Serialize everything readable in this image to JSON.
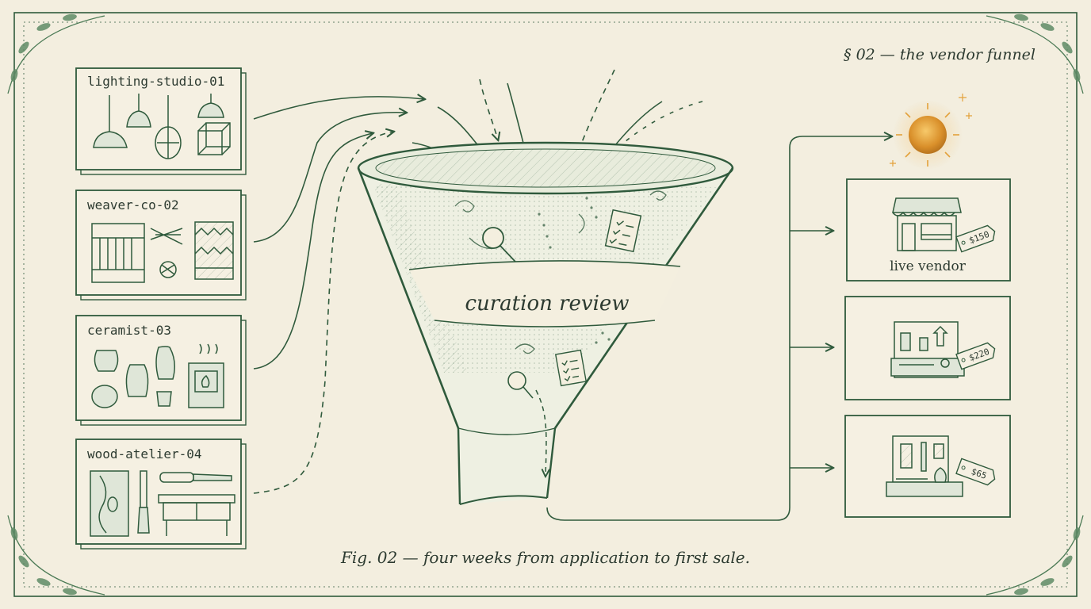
{
  "section_heading": "§ 02 — the vendor funnel",
  "caption": "Fig. 02 — four weeks from application to first sale.",
  "funnel": {
    "label": "curation review"
  },
  "applicants": [
    {
      "id": "lighting-studio-01",
      "icon": "pendant-lamps-icon"
    },
    {
      "id": "weaver-co-02",
      "icon": "loom-and-textiles-icon"
    },
    {
      "id": "ceramist-03",
      "icon": "pottery-and-kiln-icon"
    },
    {
      "id": "wood-atelier-04",
      "icon": "woodworking-tools-icon"
    }
  ],
  "outcomes": [
    {
      "label": "live vendor",
      "price": "$150",
      "icon": "storefront-icon"
    },
    {
      "label": "",
      "price": "$220",
      "icon": "product-display-icon"
    },
    {
      "label": "",
      "price": "$65",
      "icon": "craft-display-icon"
    }
  ],
  "colors": {
    "ink": "#2f5a3c",
    "paper": "#f3eedf",
    "sun": "#e3a13a"
  }
}
